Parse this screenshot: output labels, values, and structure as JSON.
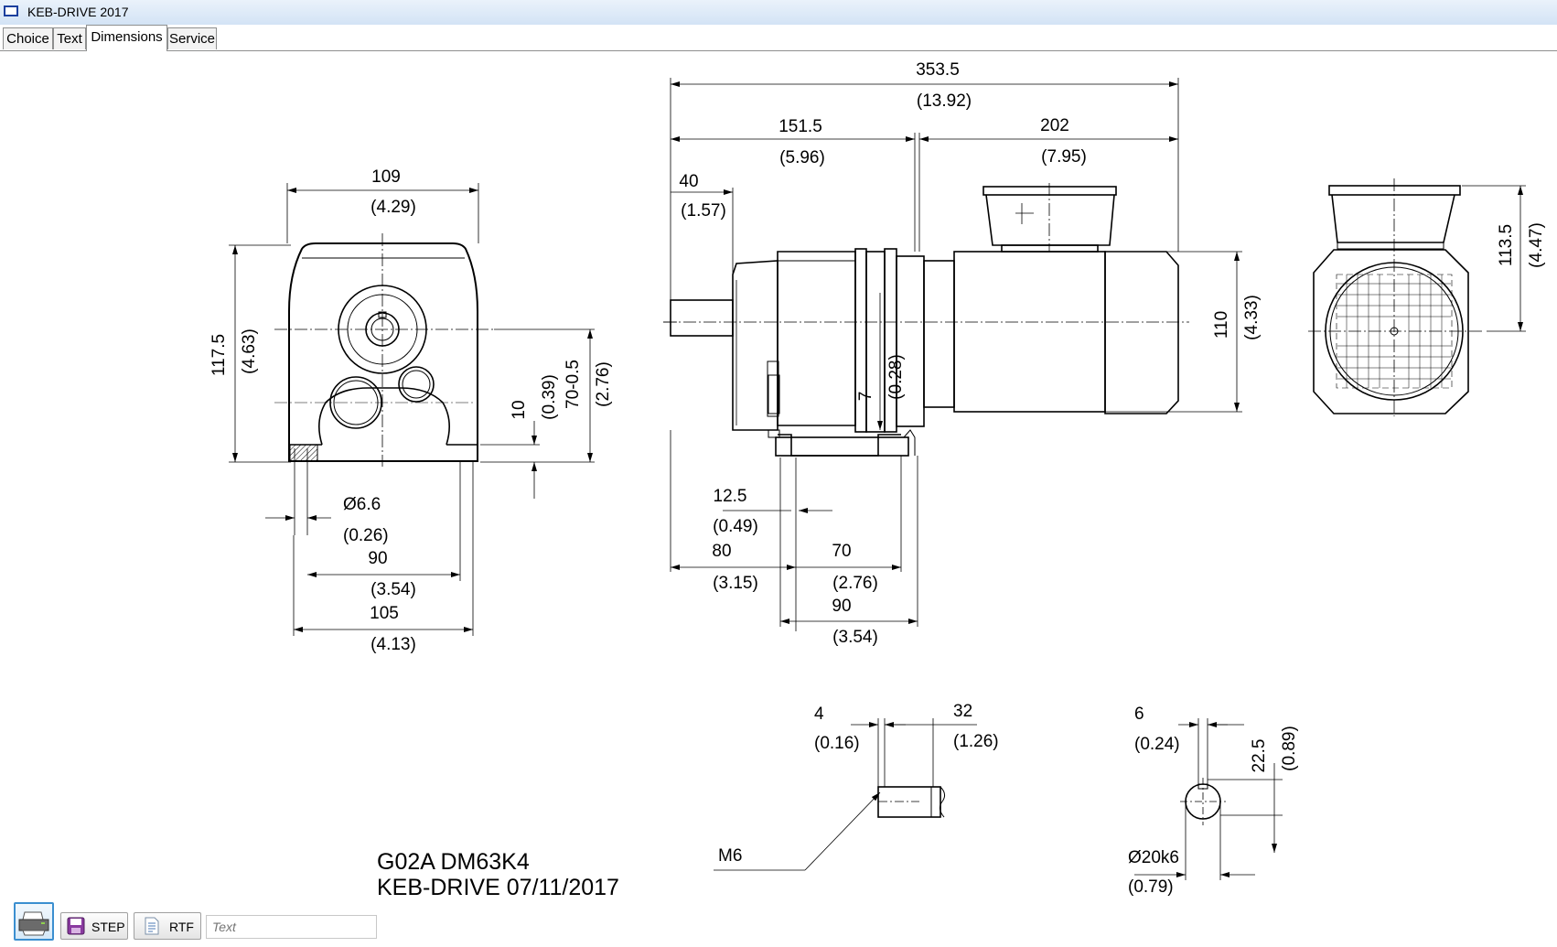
{
  "window": {
    "title": "KEB-DRIVE 2017"
  },
  "tabs": [
    {
      "label": "Choice"
    },
    {
      "label": "Text"
    },
    {
      "label": "Dimensions"
    },
    {
      "label": "Service"
    }
  ],
  "drawing": {
    "model_line": "G02A DM63K4",
    "date_line": "KEB-DRIVE 07/11/2017",
    "front": {
      "width_mm": "109",
      "width_in": "(4.29)",
      "height_mm": "117.5",
      "height_in": "(4.63)",
      "base_mm": "10",
      "base_in": "(0.39)",
      "shaft_h_mm": "70-0.5",
      "shaft_h_in": "(2.76)",
      "hole_mm": "Ø6.6",
      "hole_in": "(0.26)",
      "inner_mm": "90",
      "inner_in": "(3.54)",
      "outer_mm": "105",
      "outer_in": "(4.13)"
    },
    "side": {
      "total_mm": "353.5",
      "total_in": "(13.92)",
      "gear_mm": "151.5",
      "gear_in": "(5.96)",
      "motor_mm": "202",
      "motor_in": "(7.95)",
      "shaft_mm": "40",
      "shaft_in": "(1.57)",
      "off_mm": "12.5",
      "off_in": "(0.49)",
      "a_mm": "80",
      "a_in": "(3.15)",
      "b_mm": "70",
      "b_in": "(2.76)",
      "c_mm": "90",
      "c_in": "(3.54)",
      "foot_mm": "7",
      "foot_in": "(0.28)",
      "dia_mm": "110",
      "dia_in": "(4.33)"
    },
    "end": {
      "h_mm": "113.5",
      "h_in": "(4.47)"
    },
    "detail1": {
      "a_mm": "4",
      "a_in": "(0.16)",
      "b_mm": "32",
      "b_in": "(1.26)",
      "thread": "M6"
    },
    "detail2": {
      "a_mm": "6",
      "a_in": "(0.24)",
      "b_mm": "22.5",
      "b_in": "(0.89)",
      "d_mm": "Ø20k6",
      "d_in": "(0.79)"
    }
  },
  "toolbar": {
    "step_label": "STEP",
    "rtf_label": "RTF",
    "text_placeholder": "Text"
  }
}
